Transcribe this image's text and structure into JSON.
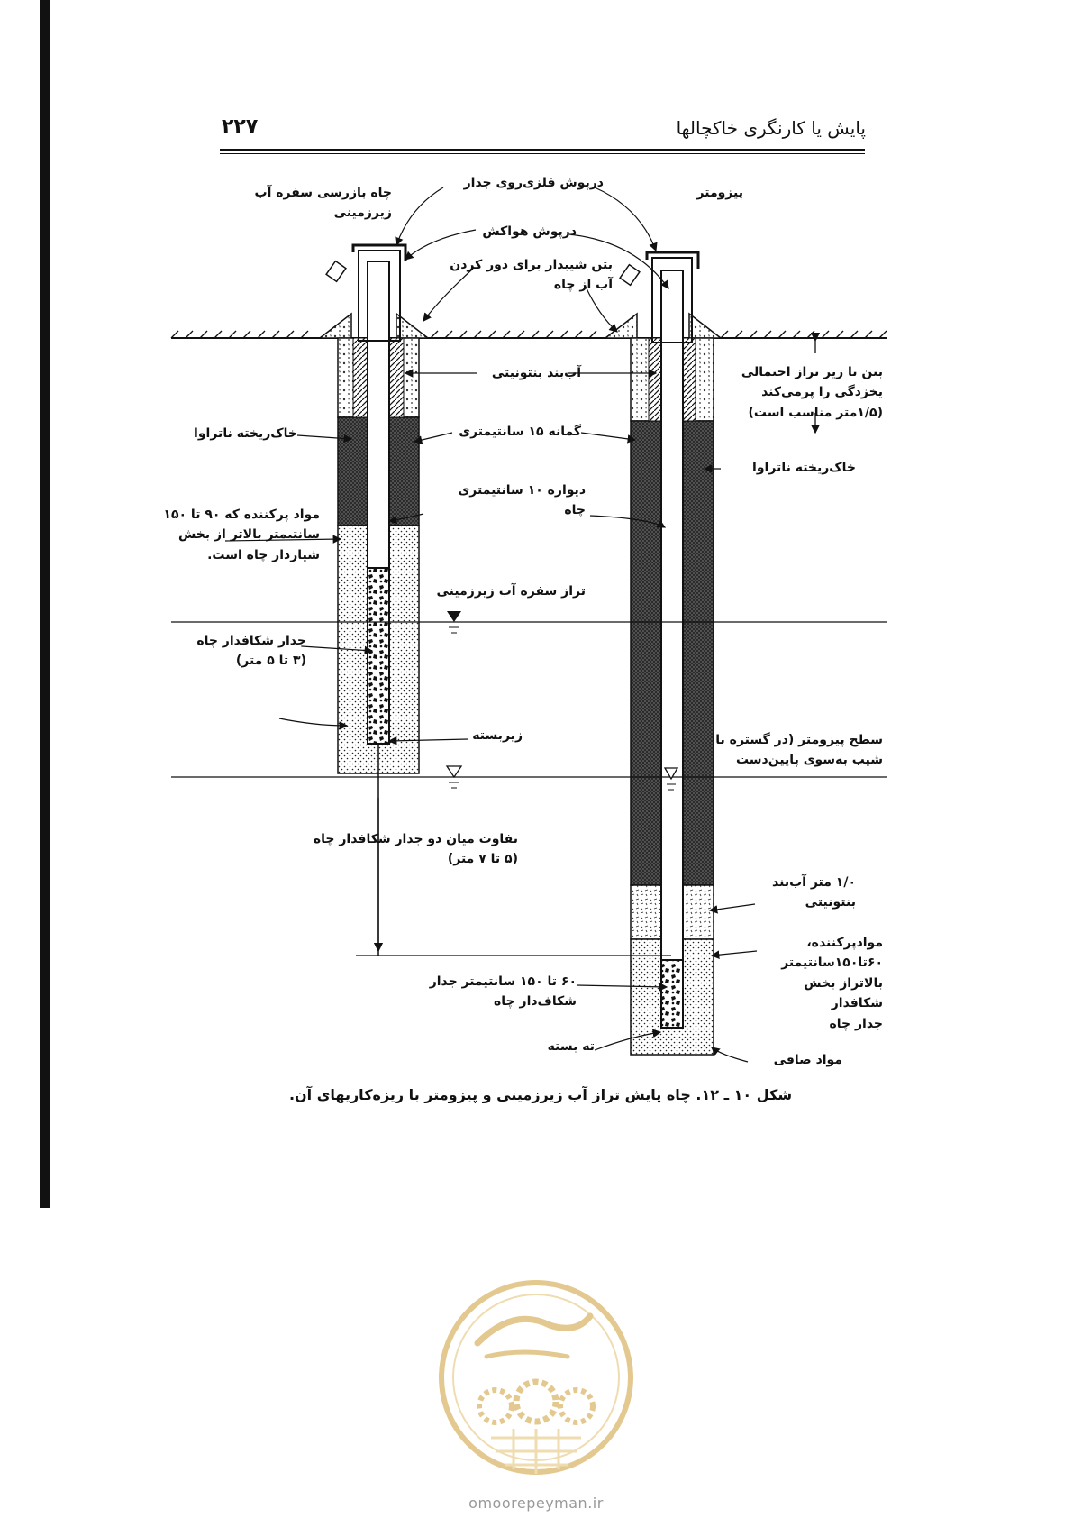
{
  "header": {
    "page_number": "۲۲۷",
    "running_title": "پایش یا کارنگری خاکچالها"
  },
  "labels": {
    "well_title": "چاه بازرسی سفره آب زیرزمینی",
    "piezometer_title": "پیزومتر",
    "metal_cap": "درپوش فلزی‌روی جدار",
    "vent_cap": "درپوش هواکش",
    "sloped_concrete": "بتن شیبدار برای دور کردن\nآب از چاه",
    "bentonite_seal": "آب‌بند بنتونیتی",
    "concrete_note": "بتن تا زیر تراز احتمالی\nیخزدگی را پرمی‌کند\n(۱/۵متر مناسب است)",
    "backfill_left": "خاک‌ریخته ناتراوا",
    "backfill_right": "خاک‌ریخته ناتراوا",
    "gamaneh": "گمانه ۱۵ سانتیمتری",
    "wall_10cm": "دیواره ۱۰ سانتیمتری\nچاه",
    "filter_note": "مواد پرکننده که ۹۰ تا ۱۵۰\nسانتیمتر بالاتر از بخش\nشیاردار چاه است.",
    "water_table": "تراز سفره آب زیرزمینی",
    "slotted_wall": "جدار شکافدار چاه\n(۳ تا ۵ متر)",
    "base_plug": "زیربسته",
    "piezo_surface": "سطح پیزومتر (در گستره با\nشیب به‌سوی پایین‌دست",
    "difference": "تفاوت میان دو جدار شکافدار چاه\n(۵ تا ۷ متر)",
    "bentonite_1m": "۱/۰ متر آب‌بند\nبنتونیتی",
    "filler_right": "مواد‌پرکننده،\n۶۰تا۱۵۰سانتیمتر\nبالاتراز بخش شکافدار\nجدار چاه",
    "slotted_60": "۶۰ تا ۱۵۰ سانتیمتر جدار\nشکاف‌دار چاه",
    "closed_bottom": "ته بسته",
    "clean_material": "مواد صافی"
  },
  "caption": "شکل ۱۰ ـ ۱۲. چاه پایش تراز آب زیرزمینی و پیزومتر با ریزه‌کاریهای آن.",
  "watermark": {
    "url": "omoorepeyman.ir",
    "color": "#e3c98f"
  }
}
